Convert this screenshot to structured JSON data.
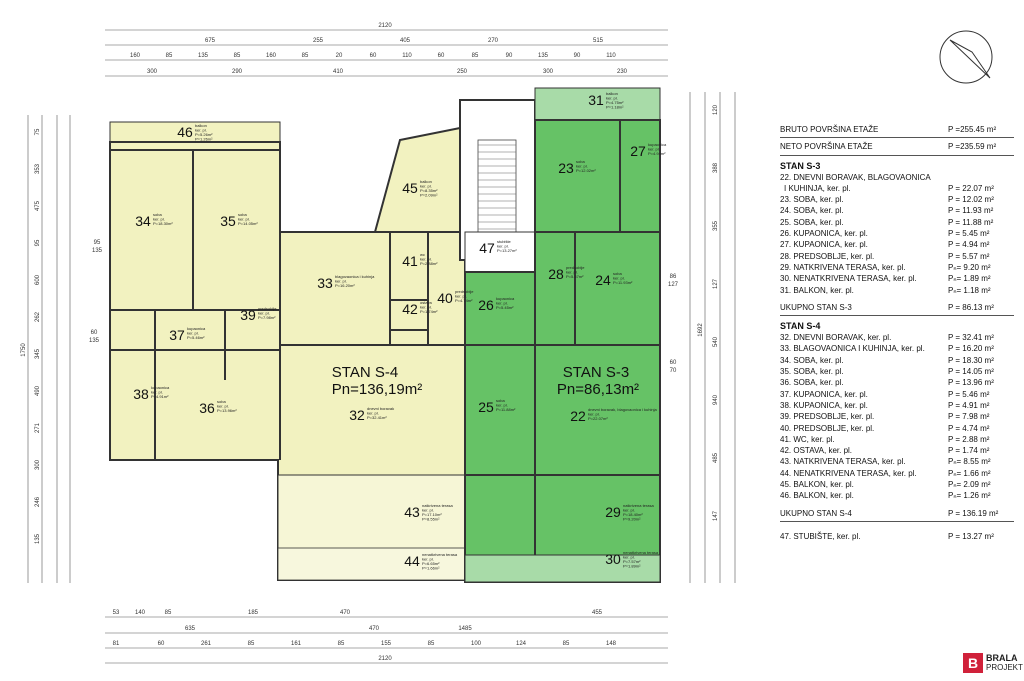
{
  "plan": {
    "apartments": [
      {
        "id": "s4",
        "title": "STAN S-4",
        "area": "Pn=136,19m²"
      },
      {
        "id": "s3",
        "title": "STAN S-3",
        "area": "Pn=86,13m²"
      }
    ],
    "rooms": [
      {
        "num": "46",
        "name": "balkon",
        "a": "ker. pl.",
        "b": "P=5.26m²",
        "c": "P=1.26m²"
      },
      {
        "num": "34",
        "name": "soba",
        "a": "ker. pl.",
        "b": "P=18.30m²"
      },
      {
        "num": "35",
        "name": "soba",
        "a": "ker. pl.",
        "b": "P=14.05m²"
      },
      {
        "num": "33",
        "name": "blagovaonica i kuhinja",
        "a": "ker. pl.",
        "b": "P=16.20m²"
      },
      {
        "num": "45",
        "name": "balkon",
        "a": "ker. pl.",
        "b": "P=8.35m²",
        "c": "P=2.09m²"
      },
      {
        "num": "41",
        "name": "wc",
        "a": "ker. pl.",
        "b": "P=2.88m²"
      },
      {
        "num": "42",
        "name": "ostava",
        "a": "ker. pl.",
        "b": "P=1.74m²"
      },
      {
        "num": "40",
        "name": "predsoblje",
        "a": "ker. pl.",
        "b": "P=4.74m²"
      },
      {
        "num": "39",
        "name": "predsoblje",
        "a": "ker. pl.",
        "b": "P=7.98m²"
      },
      {
        "num": "37",
        "name": "kupaonica",
        "a": "ker. pl.",
        "b": "P=5.46m²"
      },
      {
        "num": "38",
        "name": "kupaonica",
        "a": "ker. pl.",
        "b": "P=4.91m²"
      },
      {
        "num": "36",
        "name": "soba",
        "a": "ker. pl.",
        "b": "P=13.96m²"
      },
      {
        "num": "32",
        "name": "dnevni boravak",
        "a": "ker. pl.",
        "b": "P=32.41m²"
      },
      {
        "num": "43",
        "name": "natkrivena terasa",
        "a": "ker. pl.",
        "b": "P=17.10m²",
        "c": "P=8.55m²"
      },
      {
        "num": "44",
        "name": "nenatkrivena terasa",
        "a": "ker. pl.",
        "b": "P=6.65m²",
        "c": "P=1.66m²"
      },
      {
        "num": "47",
        "name": "stubište",
        "a": "ker. pl.",
        "b": "P=13.27m²"
      },
      {
        "num": "31",
        "name": "balkon",
        "a": "ker. pl.",
        "b": "P=4.75m²",
        "c": "P=1.18m²"
      },
      {
        "num": "23",
        "name": "soba",
        "a": "ker. pl.",
        "b": "P=12.02m²"
      },
      {
        "num": "27",
        "name": "kupaonica",
        "a": "ker. pl.",
        "b": "P=4.94m²"
      },
      {
        "num": "28",
        "name": "predsoblje",
        "a": "ker. pl.",
        "b": "P=5.57m²"
      },
      {
        "num": "24",
        "name": "soba",
        "a": "ker. pl.",
        "b": "P=11.93m²"
      },
      {
        "num": "26",
        "name": "kupaonica",
        "a": "ker. pl.",
        "b": "P=5.45m²"
      },
      {
        "num": "25",
        "name": "soba",
        "a": "ker. pl.",
        "b": "P=11.88m²"
      },
      {
        "num": "22",
        "name": "dnevni boravak, blagovaonica i kuhinja",
        "a": "ker. pl.",
        "b": "P=22.07m²"
      },
      {
        "num": "29",
        "name": "natkrivena terasa",
        "a": "ker. pl.",
        "b": "P=18.40m²",
        "c": "P=9.20m²"
      },
      {
        "num": "30",
        "name": "nenatkrivena terasa",
        "a": "ker. pl.",
        "b": "P=7.57m²",
        "c": "P=1.89m²"
      }
    ],
    "dims": {
      "top_total": "2120",
      "top_row1": [
        "675",
        "255",
        "405",
        "270",
        "515"
      ],
      "top_row2": [
        "160",
        "85",
        "135",
        "85",
        "160",
        "85",
        "20",
        "60",
        "110",
        "60",
        "85",
        "90",
        "135",
        "90",
        "110"
      ],
      "top_row3": [
        "300",
        "290",
        "410",
        "250",
        "300",
        "230"
      ],
      "bottom_row1": [
        "53",
        "140",
        "85",
        "185",
        "470",
        "455"
      ],
      "bottom_row2": [
        "635",
        "470",
        "1485"
      ],
      "bottom_row3": [
        "81",
        "60",
        "261",
        "85",
        "161",
        "85",
        "155",
        "85",
        "100",
        "124",
        "85",
        "148"
      ],
      "bottom_total": "2120",
      "left_total": "1750",
      "left_a": [
        "75",
        "353",
        "475",
        "95",
        "600",
        "262",
        "345",
        "490",
        "271",
        "300",
        "246",
        "135"
      ],
      "right_total": "1692",
      "right_a": [
        "120",
        "388",
        "355",
        "127",
        "540",
        "940",
        "485",
        "147"
      ],
      "misc": [
        "95",
        "135",
        "86",
        "127",
        "60",
        "135",
        "60",
        "70"
      ]
    }
  },
  "legend": {
    "bruto": {
      "label": "BRUTO POVRŠINA ETAŽE",
      "value": "P =255.45 m²"
    },
    "neto": {
      "label": "NETO POVRŠINA ETAŽE",
      "value": "P =235.59 m²"
    },
    "s3_title": "STAN S-3",
    "s3_rows": [
      {
        "label": "22. DNEVNI BORAVAK, BLAGOVAONICA",
        "value": ""
      },
      {
        "label": "I KUHINJA, ker. pl.",
        "value": "P = 22.07 m²",
        "ind": true
      },
      {
        "label": "23. SOBA, ker. pl.",
        "value": "P = 12.02 m²"
      },
      {
        "label": "24. SOBA, ker. pl.",
        "value": "P = 11.93 m²"
      },
      {
        "label": "25. SOBA, ker. pl.",
        "value": "P = 11.88 m²"
      },
      {
        "label": "26. KUPAONICA, ker. pl.",
        "value": "P = 5.45 m²"
      },
      {
        "label": "27. KUPAONICA, ker. pl.",
        "value": "P = 4.94 m²"
      },
      {
        "label": "28. PREDSOBLJE, ker. pl.",
        "value": "P = 5.57 m²"
      },
      {
        "label": "29. NATKRIVENA TERASA, ker. pl.",
        "value": "Pₙ= 9.20 m²"
      },
      {
        "label": "30. NENATKRIVENA TERASA, ker. pl.",
        "value": "Pₙ= 1.89 m²"
      },
      {
        "label": "31. BALKON, ker. pl.",
        "value": "Pₙ= 1.18 m²"
      }
    ],
    "s3_total": {
      "label": "UKUPNO STAN S-3",
      "value": "P = 86.13 m²"
    },
    "s4_title": "STAN S-4",
    "s4_rows": [
      {
        "label": "32. DNEVNI BORAVAK, ker. pl.",
        "value": "P = 32.41 m²"
      },
      {
        "label": "33. BLAGOVAONICA I KUHINJA, ker. pl.",
        "value": "P = 16.20 m²"
      },
      {
        "label": "34. SOBA, ker. pl.",
        "value": "P = 18.30 m²"
      },
      {
        "label": "35. SOBA, ker. pl.",
        "value": "P = 14.05 m²"
      },
      {
        "label": "36. SOBA, ker. pl.",
        "value": "P = 13.96 m²"
      },
      {
        "label": "37. KUPAONICA, ker. pl.",
        "value": "P = 5.46 m²"
      },
      {
        "label": "38. KUPAONICA, ker. pl.",
        "value": "P = 4.91 m²"
      },
      {
        "label": "39. PREDSOBLJE, ker. pl.",
        "value": "P = 7.98 m²"
      },
      {
        "label": "40. PREDSOBLJE, ker. pl.",
        "value": "P = 4.74 m²"
      },
      {
        "label": "41. WC, ker. pl.",
        "value": "P = 2.88 m²"
      },
      {
        "label": "42. OSTAVA, ker. pl.",
        "value": "P = 1.74 m²"
      },
      {
        "label": "43. NATKRIVENA TERASA, ker. pl.",
        "value": "Pₙ= 8.55 m²"
      },
      {
        "label": "44. NENATKRIVENA TERASA, ker. pl.",
        "value": "Pₙ= 1.66 m²"
      },
      {
        "label": "45. BALKON, ker. pl.",
        "value": "Pₙ= 2.09 m²"
      },
      {
        "label": "46. BALKON, ker. pl.",
        "value": "Pₙ= 1.26 m²"
      }
    ],
    "s4_total": {
      "label": "UKUPNO STAN S-4",
      "value": "P = 136.19 m²"
    },
    "stair": {
      "label": "47. STUBIŠTE, ker. pl.",
      "value": "P = 13.27 m²"
    }
  },
  "logo": {
    "letter": "B",
    "line1": "BRALA",
    "line2": "PROJEKT"
  },
  "colors": {
    "s4_fill": "#f2f2c0",
    "s4_terrace": "#f6f6d6",
    "s3_fill": "#66c266",
    "s3_light": "#a8dba8",
    "wall": "#333333",
    "dim": "#555555"
  }
}
